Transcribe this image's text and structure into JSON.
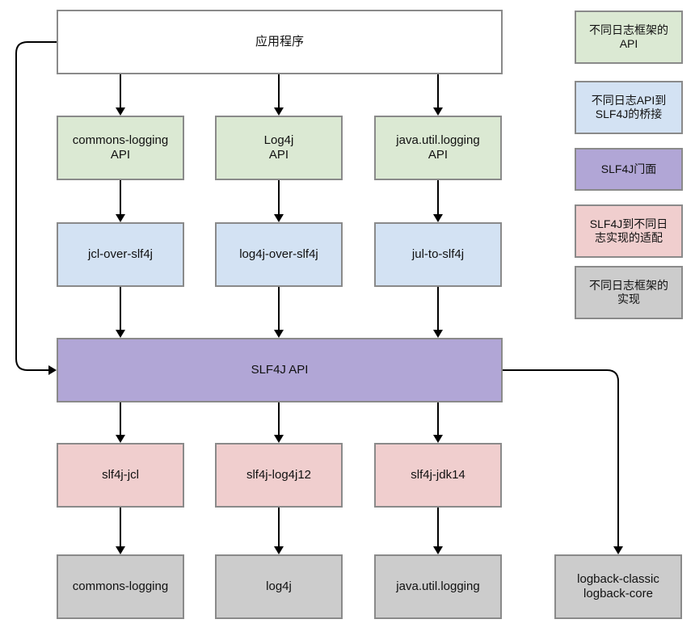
{
  "app": {
    "label": "应用程序"
  },
  "apis": [
    {
      "line1": "commons-logging",
      "line2": "API"
    },
    {
      "line1": "Log4j",
      "line2": "API"
    },
    {
      "line1": "java.util.logging",
      "line2": "API"
    }
  ],
  "bridges": [
    "jcl-over-slf4j",
    "log4j-over-slf4j",
    "jul-to-slf4j"
  ],
  "facade": {
    "label": "SLF4J API"
  },
  "adapters": [
    "slf4j-jcl",
    "slf4j-log4j12",
    "slf4j-jdk14"
  ],
  "impls": [
    "commons-logging",
    "log4j",
    "java.util.logging"
  ],
  "native_impl": {
    "line1": "logback-classic",
    "line2": "logback-core"
  },
  "legend": [
    {
      "line1": "不同日志框架的",
      "line2": "API",
      "color": "#dbe9d3"
    },
    {
      "line1": "不同日志API到",
      "line2": "SLF4J的桥接",
      "color": "#d3e2f3"
    },
    {
      "line1": "SLF4J门面",
      "line2": "",
      "color": "#b1a6d6"
    },
    {
      "line1": "SLF4J到不同日",
      "line2": "志实现的适配",
      "color": "#f0cece"
    },
    {
      "line1": "不同日志框架的",
      "line2": "实现",
      "color": "#cccccc"
    }
  ],
  "colors": {
    "border": "#8a8a8a",
    "edge": "#000000"
  }
}
